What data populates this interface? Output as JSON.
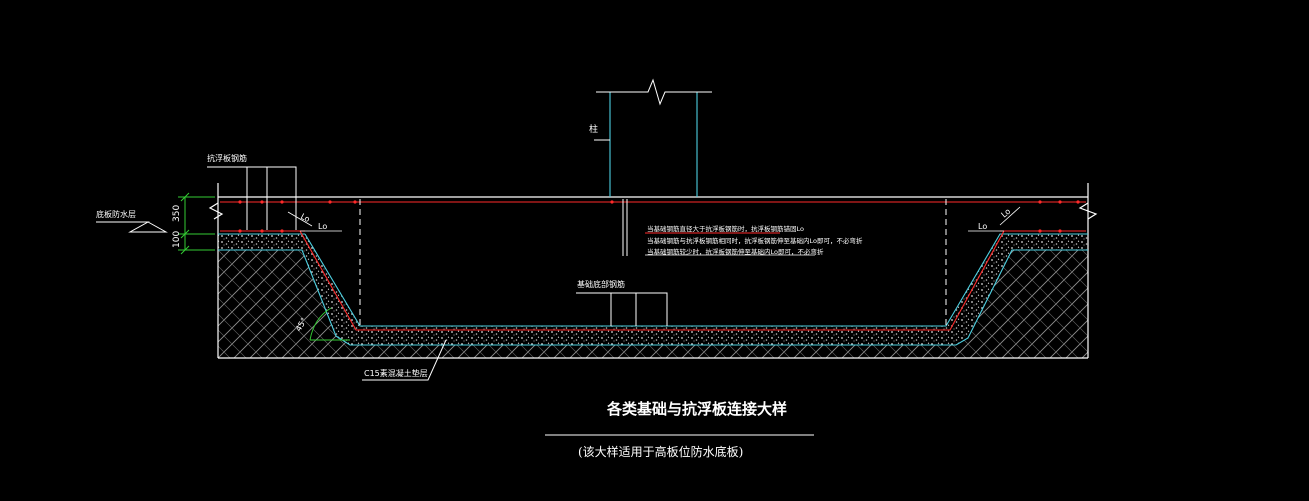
{
  "title": "各类基础与抗浮板连接大样",
  "subtitle": "(该大样适用于高板位防水底板)",
  "labels": {
    "column": "柱",
    "anti_float_rebar": "抗浮板钢筋",
    "waterproof_bottom": "底板防水层",
    "dim_350": "350",
    "dim_100": "100",
    "lo_left_a": "Lo",
    "lo_left_b": "Lo",
    "lo_right_a": "Lo",
    "lo_right_b": "Lo",
    "angle": "45°",
    "foundation_rebar": "基础底部钢筋",
    "cushion": "C15素混凝土垫层",
    "note_1": "当基础钢筋直径大于抗浮板钢筋时，抗浮板钢筋锚固Lo",
    "note_2": "当基础钢筋与抗浮板钢筋相同时，抗浮板钢筋伸至基础内Lo即可，不必弯折",
    "note_3": "当基础钢筋较少时，抗浮板钢筋伸至基础内Lo即可，不必弯折"
  },
  "colors": {
    "background": "#000000",
    "line_white": "#ffffff",
    "line_cyan": "#4dd0e1",
    "line_red": "#ff2a2a",
    "line_green": "#33cc33",
    "hatch": "#9a9a9a"
  }
}
